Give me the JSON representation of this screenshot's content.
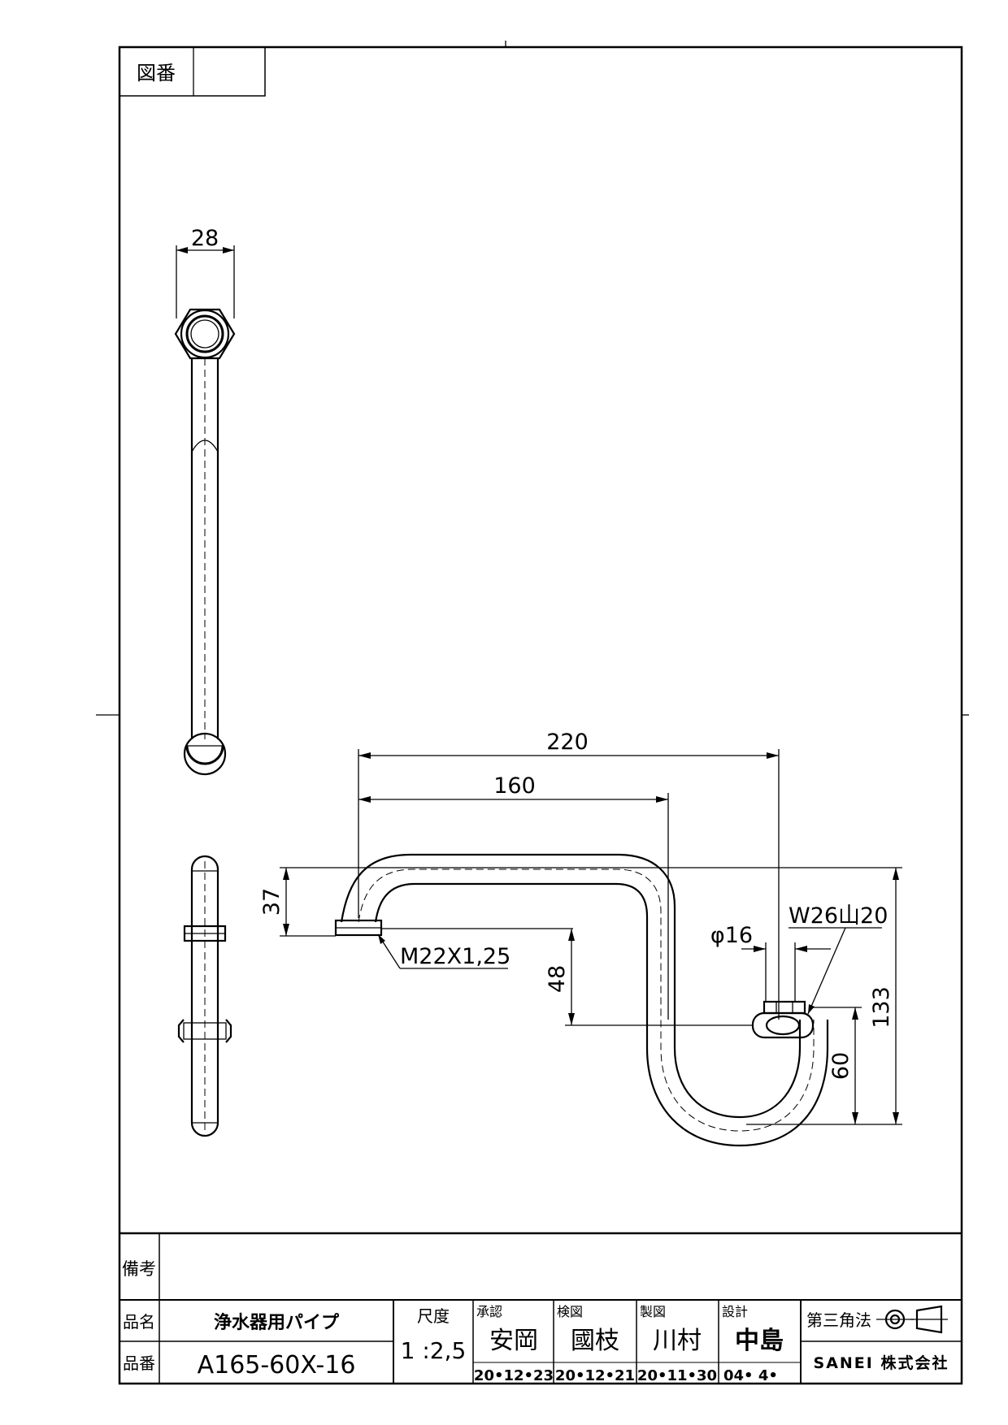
{
  "header": {
    "drawing_number_label": "図番",
    "drawing_number_value": ""
  },
  "dimensions": {
    "width_28": "28",
    "len_220": "220",
    "len_160": "160",
    "h_37": "37",
    "thread": "M22X1,25",
    "h_48": "48",
    "dia": "φ16",
    "w_thread": "W26山20",
    "h_133": "133",
    "h_60": "60"
  },
  "title_block": {
    "remarks_label": "備考",
    "remarks_value": "",
    "product_name_label": "品名",
    "product_name": "浄水器用パイプ",
    "product_number_label": "品番",
    "product_number": "A165-60X-16",
    "scale_label": "尺度",
    "scale": "1 :2,5",
    "approval_label": "承認",
    "approval_name": "安岡",
    "approval_date": "20•12•23",
    "check_label": "検図",
    "check_name": "國枝",
    "check_date": "20•12•21",
    "drafting_label": "製図",
    "drafting_name": "川村",
    "drafting_date": "20•11•30",
    "design_label": "設計",
    "design_name": "中島",
    "design_date": "04•  4•",
    "projection_label": "第三角法",
    "company": "SANEI 株式会社"
  }
}
